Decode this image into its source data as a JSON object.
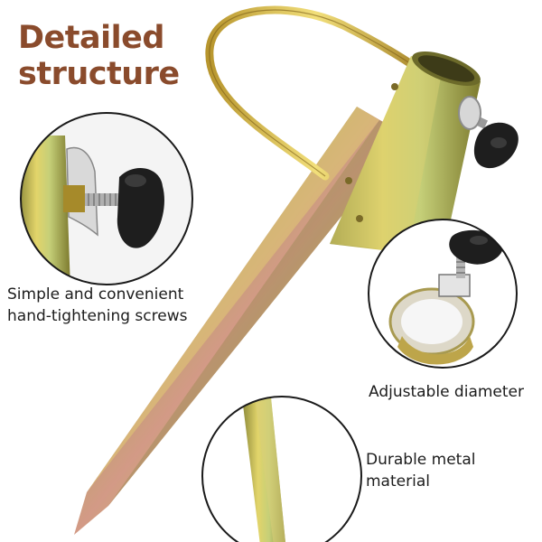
{
  "heading": {
    "line1": "Detailed",
    "line2": "structure"
  },
  "callouts": [
    {
      "line1": "Simple and convenient",
      "line2": "hand-tightening screws"
    },
    {
      "line1": "Adjustable diameter"
    },
    {
      "line1": "Durable metal",
      "line2": "material"
    }
  ],
  "colors": {
    "heading": "#8a4b2c",
    "metal_gold": "#c9b23a",
    "metal_green": "#8fa63a",
    "metal_rose": "#c48a7a",
    "knob": "#1e1e1e",
    "circle_outline": "#1a1a1a"
  },
  "icons": [
    "umbrella-anchor-stake",
    "hand-screw-knob",
    "adjustable-collar",
    "metal-spike"
  ]
}
